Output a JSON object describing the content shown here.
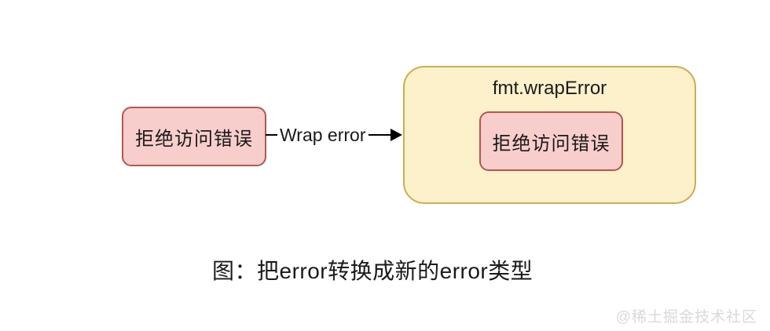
{
  "diagram": {
    "source_error": {
      "label": "拒绝访问错误"
    },
    "arrow": {
      "label": "Wrap error"
    },
    "wrapper": {
      "title": "fmt.wrapError",
      "wrapped_error": {
        "label": "拒绝访问错误"
      }
    },
    "caption": "图：把error转换成新的error类型",
    "watermark": "@稀土掘金技术社区"
  },
  "colors": {
    "error_box_fill": "#f8cecc",
    "error_box_border": "#b85450",
    "wrapper_box_fill": "#fdf1cb",
    "wrapper_box_border": "#cfac51",
    "arrow_color": "#000000",
    "text_color": "#1a1a1a",
    "watermark_color": "#d9d9d9",
    "background": "#ffffff"
  }
}
